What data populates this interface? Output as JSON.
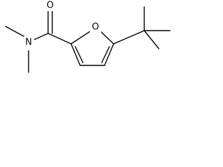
{
  "structure": {
    "atoms": {
      "oxygen_carbonyl": "O",
      "oxygen_ring": "O",
      "nitrogen": "N"
    }
  }
}
